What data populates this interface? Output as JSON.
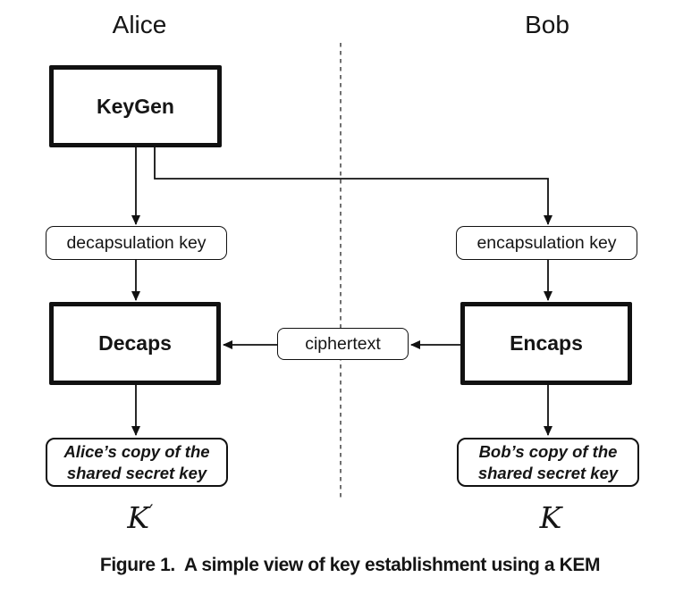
{
  "colors": {
    "ink": "#151515",
    "box_border": "#111111",
    "divider": "#4d4d4d",
    "background": "#ffffff"
  },
  "header": {
    "alice": "Alice",
    "bob": "Bob"
  },
  "nodes": {
    "keygen": "KeyGen",
    "decapsulation_key": "decapsulation key",
    "encapsulation_key": "encapsulation key",
    "decaps": "Decaps",
    "encaps": "Encaps",
    "ciphertext": "ciphertext",
    "alice_secret": {
      "line1": "Alice’s copy of the",
      "line2": "shared secret key",
      "symbol": "K",
      "prime": "′"
    },
    "bob_secret": {
      "line1": "Bob’s copy of the",
      "line2": "shared secret key",
      "symbol": "K"
    }
  },
  "caption": "Figure 1.  A simple view of key establishment using a KEM"
}
